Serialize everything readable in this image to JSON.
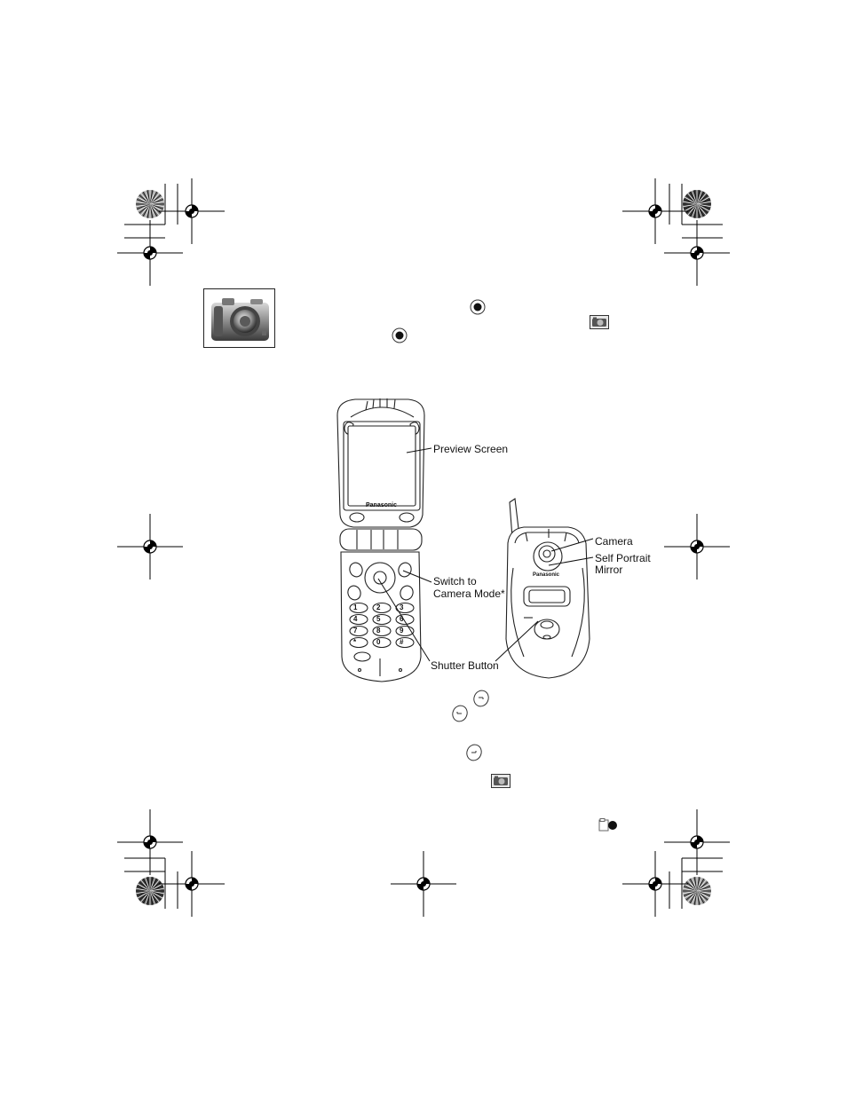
{
  "figure": {
    "callouts": {
      "preview_screen": "Preview Screen",
      "switch_to": "Switch to",
      "camera_mode": "Camera Mode*",
      "shutter_button": "Shutter Button",
      "camera": "Camera",
      "self_portrait": "Self Portrait",
      "mirror": "Mirror"
    },
    "brand_open_phone": "Panasonic",
    "brand_closed_phone": "Panasonic",
    "keypad_keys": [
      "1",
      "2",
      "3",
      "4",
      "5",
      "6",
      "7",
      "8",
      "9",
      "*",
      "0",
      "#"
    ]
  },
  "icons": {
    "section_icon": "camera-icon",
    "center_key": "center-key-icon",
    "camera_mode": "camera-mode-icon",
    "soft_key_left": "left-soft-key-icon",
    "soft_key_right": "right-soft-key-icon",
    "record": "record-icon"
  }
}
